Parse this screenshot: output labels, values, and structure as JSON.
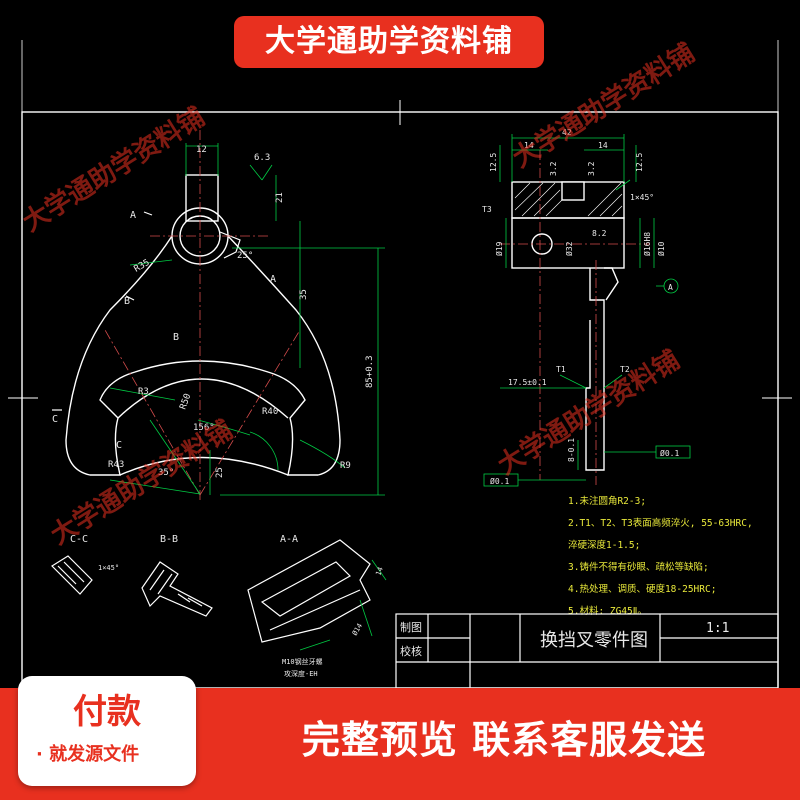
{
  "banner": {
    "title": "大学通助学资料铺"
  },
  "watermarks": [
    "大学通助学资料铺",
    "大学通助学资料铺",
    "大学通助学资料铺",
    "大学通助学资料铺"
  ],
  "footer": {
    "pay_title": "付款",
    "pay_sub": "· 就发源文件",
    "cta": "完整预览  联系客服发送"
  },
  "drawing": {
    "line_color": "#ffffff",
    "dim_color": "#00cc44",
    "text_color": "#e8e8e8",
    "yellow": "#e8e83a",
    "section_labels": [
      "C-C",
      "B-B",
      "A-A"
    ],
    "view_marks": [
      "A",
      "B",
      "B",
      "C",
      "C",
      "A"
    ],
    "left_dims": [
      "12",
      "6.3",
      "21",
      "35",
      "R35",
      "R3",
      "R50",
      "156°",
      "R40",
      "R43",
      "35°",
      "R9",
      "25",
      "85+0.3",
      "25°"
    ],
    "right_dims": [
      "42",
      "14",
      "14",
      "12.5",
      "12.5",
      "3.2",
      "3.2",
      "1×45°",
      "T3",
      "Ø19",
      "Ø32",
      "8.2",
      "Ø16H8",
      "Ø10",
      "17.5±0.1",
      "T1",
      "T2",
      "8-0.1",
      "Ø0.1",
      "A"
    ],
    "section_dims": [
      "1×45°",
      "Ø14",
      "14",
      "M10钢丝牙螺",
      "攻深度-EH"
    ],
    "notes": [
      "1.未注圆角R2-3;",
      "2.T1、T2、T3表面高频淬火, 55-63HRC,",
      "淬硬深度1-1.5;",
      "3.铸件不得有砂眼、疏松等缺陷;",
      "4.热处理、调质、硬度18-25HRC;",
      "5.材料: ZG45Ⅱ。"
    ],
    "title_block": {
      "drawn_label": "制图",
      "check_label": "校核",
      "part_name": "换挡叉零件图",
      "scale": "1:1"
    }
  }
}
